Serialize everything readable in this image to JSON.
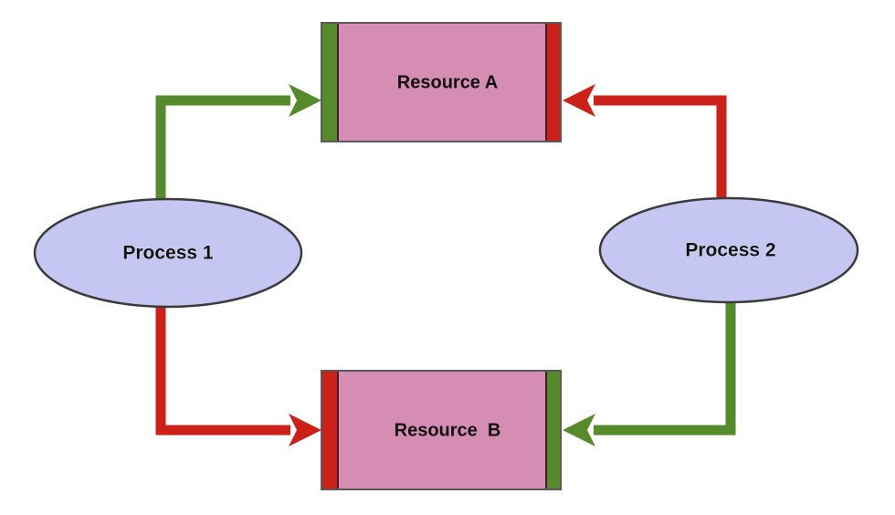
{
  "diagram": {
    "type": "resource-allocation-graph",
    "background_color": "#ffffff",
    "title_visible": false,
    "colors": {
      "resource_fill": "#d68db4",
      "resource_stroke": "#595959",
      "process_fill": "#c5c6f2",
      "process_stroke": "#3b3b3b",
      "allocation_green": "#558b2b",
      "request_red": "#cc2018",
      "label_text": "#111111"
    },
    "nodes": [
      {
        "id": "resource-a",
        "kind": "resource",
        "label": "Resource A",
        "shape": "rectangle",
        "left_bar_color": "#558b2b",
        "right_bar_color": "#cc2018"
      },
      {
        "id": "resource-b",
        "kind": "resource",
        "label": "Resource  B",
        "shape": "rectangle",
        "left_bar_color": "#cc2018",
        "right_bar_color": "#558b2b"
      },
      {
        "id": "process-1",
        "kind": "process",
        "label": "Process 1",
        "shape": "ellipse"
      },
      {
        "id": "process-2",
        "kind": "process",
        "label": "Process 2",
        "shape": "ellipse"
      }
    ],
    "edges": [
      {
        "id": "edge-p1-to-ra",
        "from": "process-1",
        "to": "resource-a",
        "color": "#558b2b",
        "direction": "right",
        "style": "orthogonal-elbow"
      },
      {
        "id": "edge-p2-to-ra",
        "from": "process-2",
        "to": "resource-a",
        "color": "#cc2018",
        "direction": "left",
        "style": "orthogonal-elbow"
      },
      {
        "id": "edge-p1-to-rb",
        "from": "process-1",
        "to": "resource-b",
        "color": "#cc2018",
        "direction": "right",
        "style": "orthogonal-elbow"
      },
      {
        "id": "edge-p2-to-rb",
        "from": "process-2",
        "to": "resource-b",
        "color": "#558b2b",
        "direction": "left",
        "style": "orthogonal-elbow"
      }
    ]
  }
}
